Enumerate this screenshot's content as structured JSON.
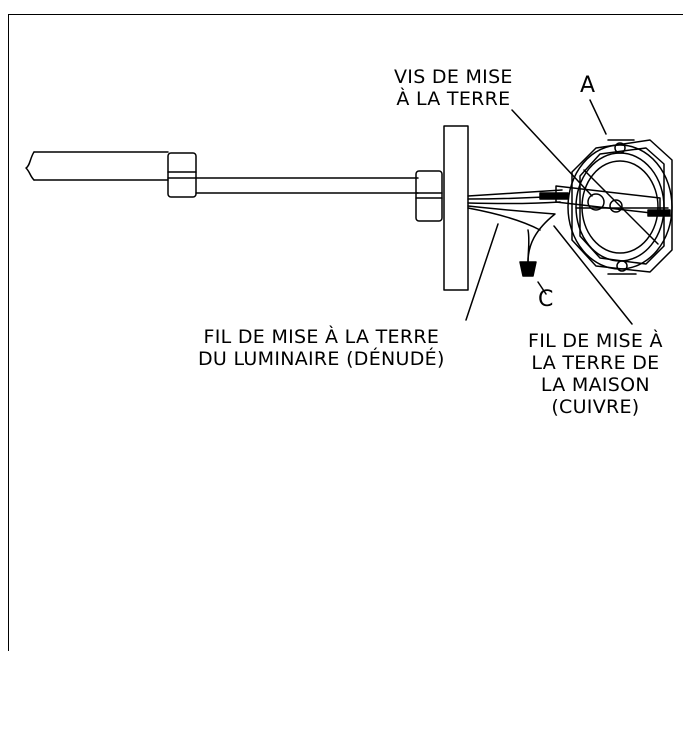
{
  "labels": {
    "ground_screw": [
      "VIS DE MISE",
      "À LA TERRE"
    ],
    "fixture_ground_wire": [
      "FIL DE MISE À LA TERRE",
      "DU LUMINAIRE (DÉNUDÉ)"
    ],
    "house_ground_wire": [
      "FIL DE MISE À",
      "LA TERRE DE",
      "LA MAISON",
      "(CUIVRE)"
    ]
  },
  "callouts": {
    "a": "A",
    "c": "C"
  }
}
